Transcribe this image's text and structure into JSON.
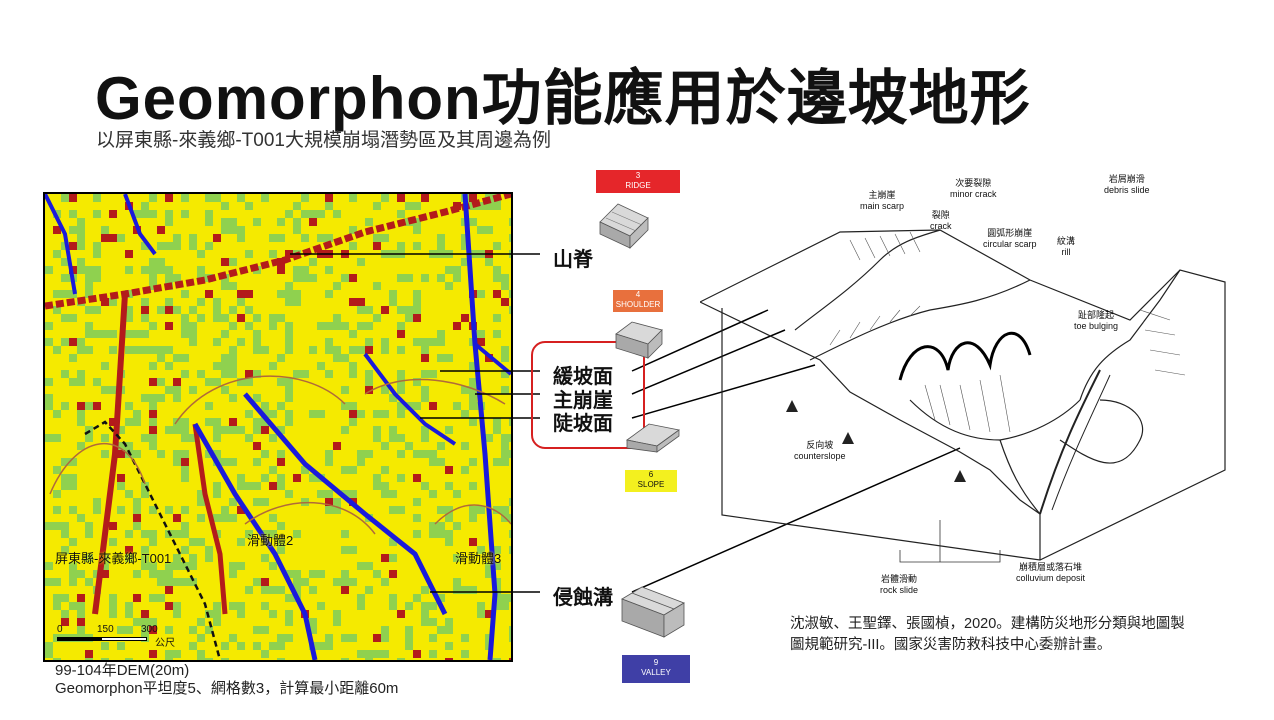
{
  "title": "Geomorphon功能應用於邊坡地形",
  "subtitle": "以屏東縣-來義鄉-T001大規模崩塌潛勢區及其周邊為例",
  "map": {
    "labels": {
      "site": "屏東縣-來義鄉-T001",
      "slide2": "滑動體2",
      "slide3": "滑動體3"
    },
    "scale": {
      "zero": "0",
      "mid": "150",
      "end": "300",
      "unit": "公尺"
    },
    "colors": {
      "flat": "#f5ea00",
      "slope": "#8fd14f",
      "ridge": "#b31b1b",
      "valley": "#1a1adb"
    }
  },
  "caption": {
    "line1": "99-104年DEM(20m)",
    "line2": "Geomorphon平坦度5、網格數3，計算最小距離60m"
  },
  "landforms": {
    "ridge": "山脊",
    "shoulder": "緩坡面",
    "main_scarp": "主崩崖",
    "slope": "陡坡面",
    "valley": "侵蝕溝"
  },
  "badges": {
    "ridge": {
      "num": "3",
      "name": "RIDGE"
    },
    "shoulder": {
      "num": "4",
      "name": "SHOULDER"
    },
    "slope": {
      "num": "6",
      "name": "SLOPE"
    },
    "valley": {
      "num": "9",
      "name": "VALLEY"
    }
  },
  "diagram_labels": {
    "main_scarp": [
      "主崩崖",
      "main scarp"
    ],
    "minor_crack": [
      "次要裂隙",
      "minor crack"
    ],
    "crack": [
      "裂隙",
      "crack"
    ],
    "circular_scarp": [
      "圓弧形崩崖",
      "circular scarp"
    ],
    "rill": [
      "紋溝",
      "rill"
    ],
    "debris_slide": [
      "岩屑崩滑",
      "debris slide"
    ],
    "toe_bulging": [
      "趾部隆起",
      "toe bulging"
    ],
    "counterslope": [
      "反向坡",
      "counterslope"
    ],
    "rock_slide": [
      "岩體滑動",
      "rock slide"
    ],
    "colluvium": [
      "崩積層或落石堆",
      "colluvium deposit"
    ]
  },
  "citation": {
    "line1": "沈淑敏、王聖鐸、張國楨，2020。建構防災地形分類與地圖製",
    "line2": "圖規範研究-III。國家災害防救科技中心委辦計畫。"
  }
}
